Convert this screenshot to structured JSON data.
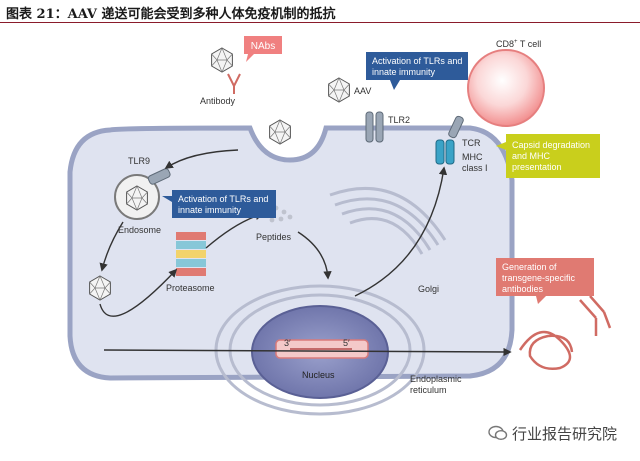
{
  "header": {
    "title": "图表 21：AAV 递送可能会受到多种人体免疫机制的抵抗"
  },
  "labels": {
    "nabs": "NAbs",
    "antibody": "Antibody",
    "aav": "AAV",
    "tlr2": "TLR2",
    "tlr9": "TLR9",
    "endosome": "Endosome",
    "peptides": "Peptides",
    "proteasome": "Proteasome",
    "cd8": "CD8",
    "cd8_sup": "+",
    "t_cell": " T cell",
    "tcr": "TCR",
    "mhc_line1": "MHC",
    "mhc_line2": "class I",
    "golgi": "Golgi",
    "nucleus": "Nucleus",
    "er_line1": "Endoplasmic",
    "er_line2": "reticulum",
    "prime_3": "3′",
    "prime_5": "5′"
  },
  "callouts": {
    "tlr9_box": [
      "Activation of TLRs and",
      "innate immunity"
    ],
    "tlr2_box": [
      "Activation of TLRs and",
      "innate immunity"
    ],
    "capsid_box": [
      "Capsid degradation",
      "and MHC",
      "presentation"
    ],
    "antibody_box": [
      "Generation of",
      "transgene-specific",
      "antibodies"
    ]
  },
  "colors": {
    "callout_blue": "#2e5b9a",
    "callout_yellow": "#c9cf1c",
    "nabs_red": "#f08080",
    "antibody_box": "#e07a72",
    "cell_fill": "#dfe3f0",
    "nucleus": "#7f86b8",
    "tcell": "#f4a6a6"
  },
  "watermark": {
    "text": "行业报告研究院"
  }
}
